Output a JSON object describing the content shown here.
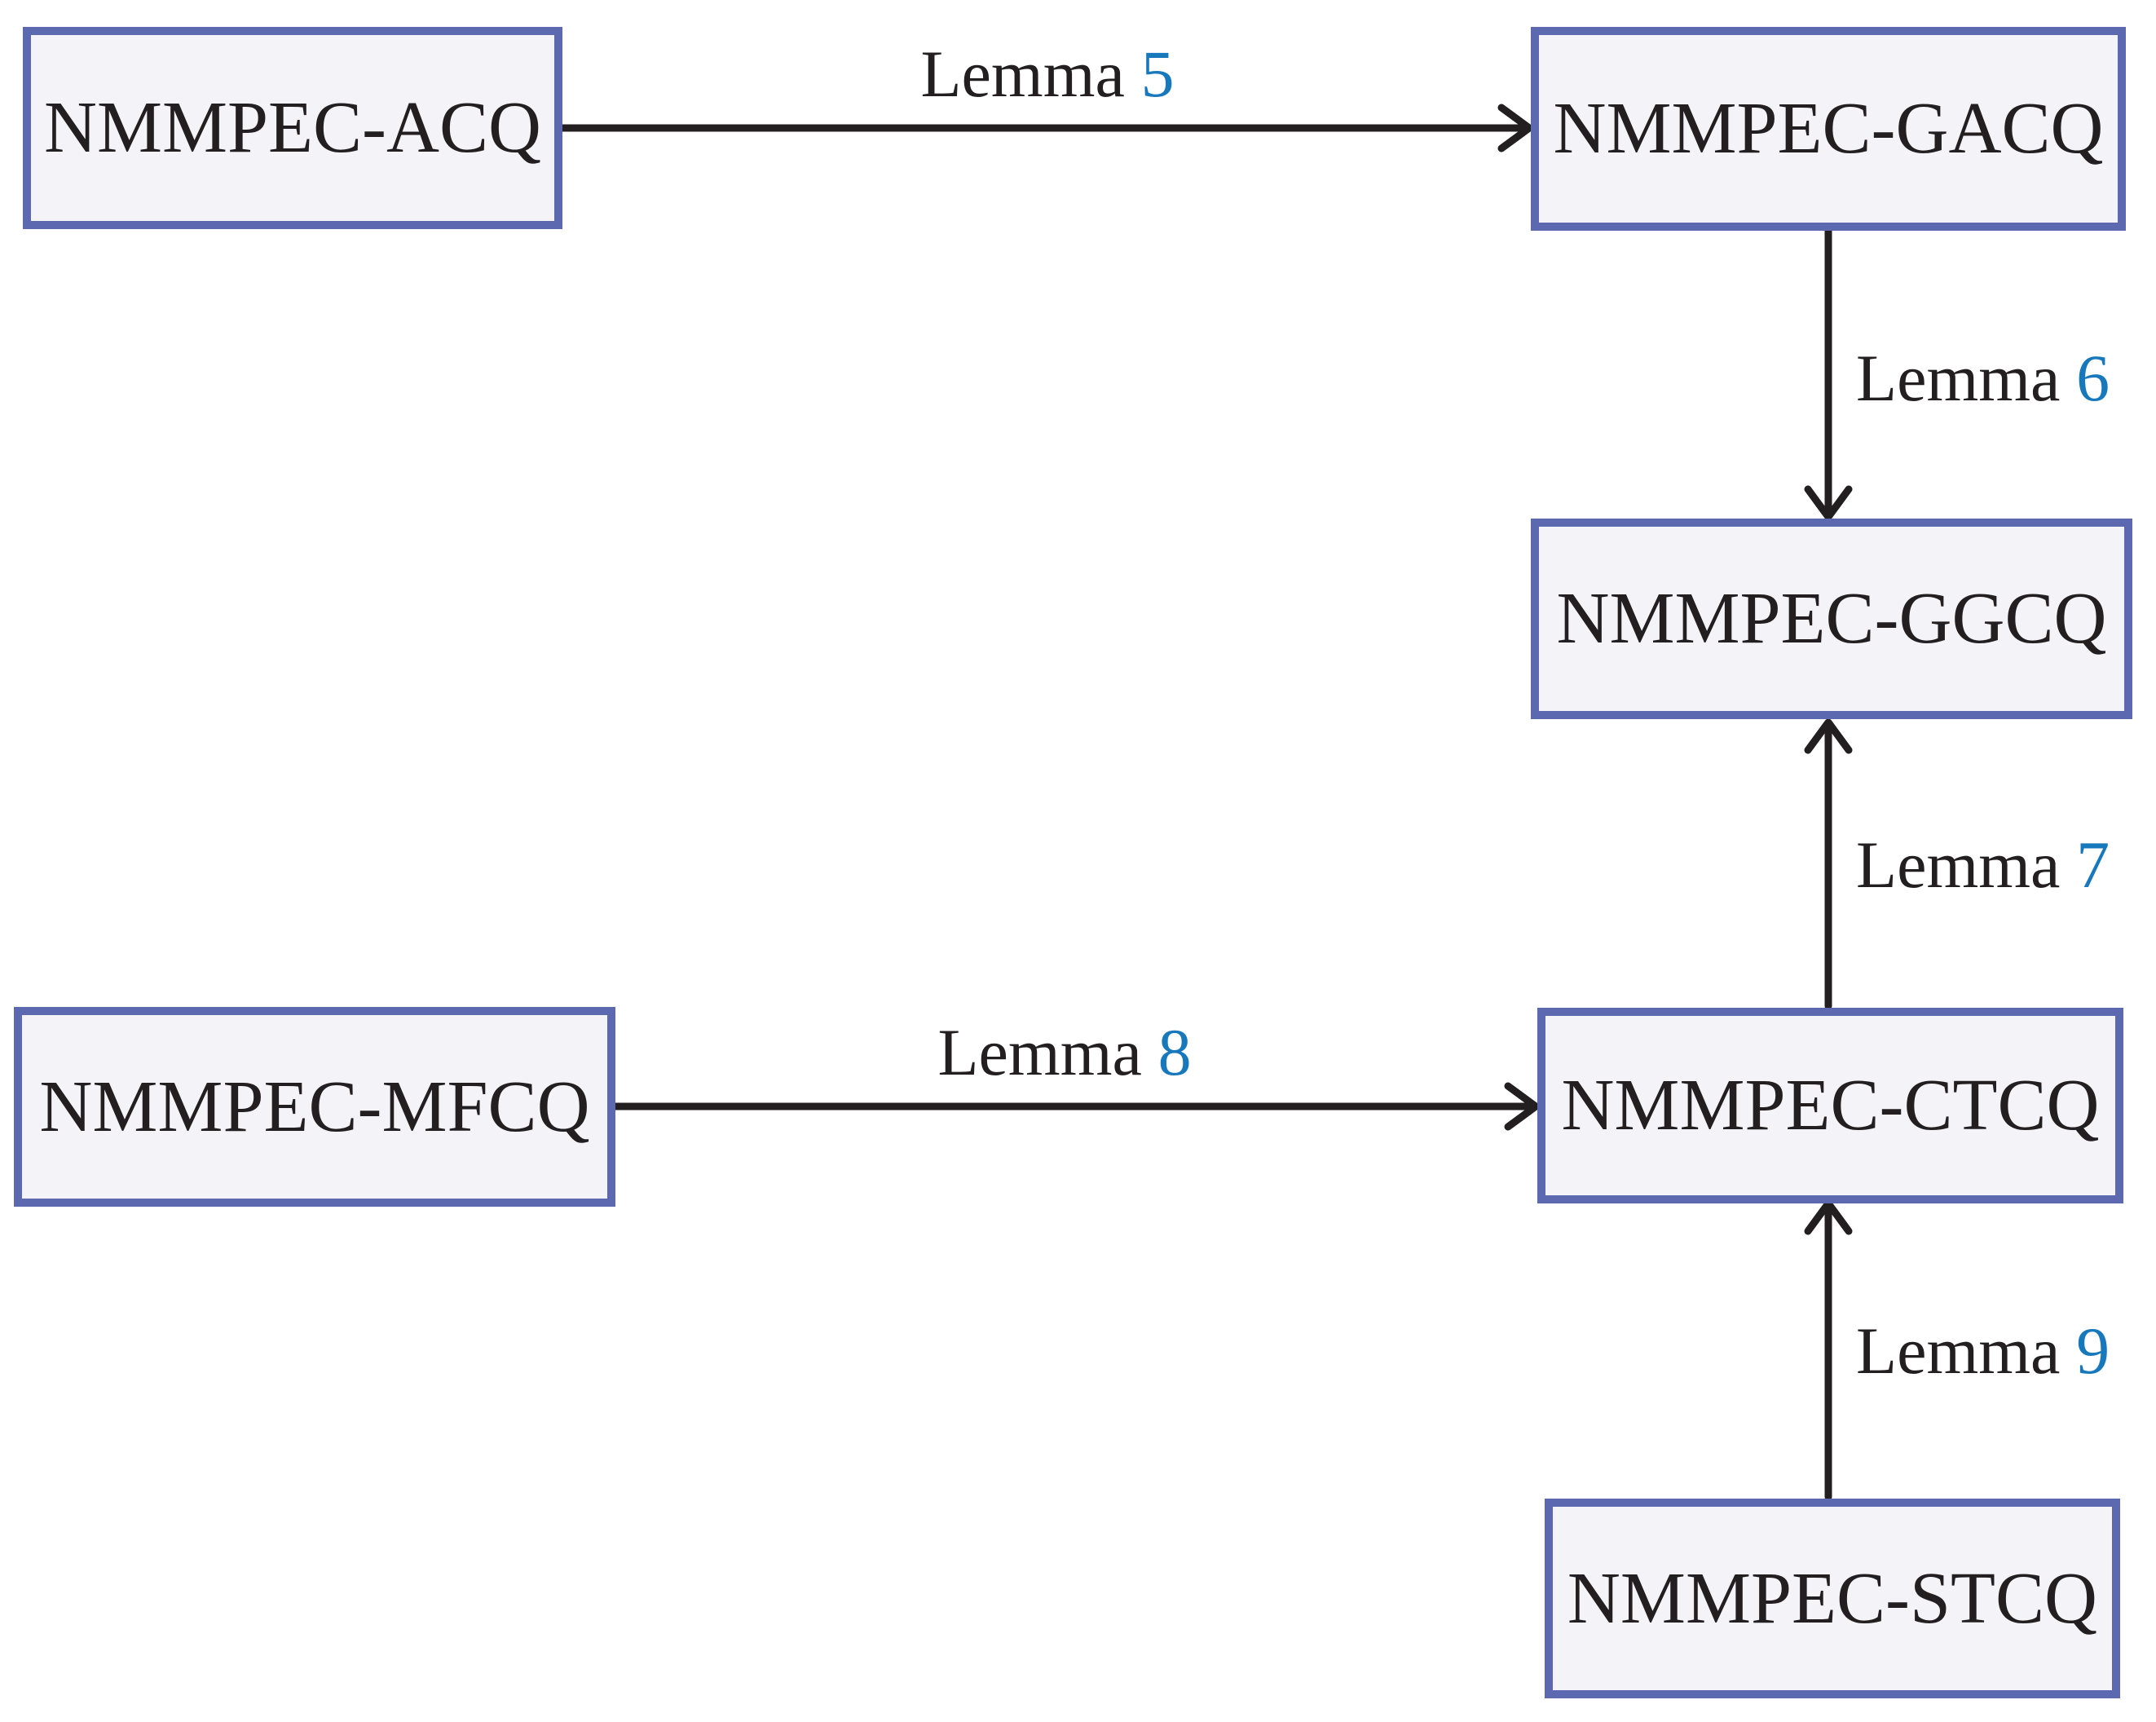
{
  "diagram": {
    "colors": {
      "bg": "#ffffff",
      "ink": "#231f20",
      "node-border": "#5c68b0",
      "node-fill": "#f4f4f8",
      "accent-number": "#1878bc"
    },
    "nodes": [
      {
        "id": "acq",
        "label": "NMMPEC-ACQ"
      },
      {
        "id": "gacq",
        "label": "NMMPEC-GACQ"
      },
      {
        "id": "ggcq",
        "label": "NMMPEC-GGCQ"
      },
      {
        "id": "mfcq",
        "label": "NMMPEC-MFCQ"
      },
      {
        "id": "ctcq",
        "label": "NMMPEC-CTCQ"
      },
      {
        "id": "stcq",
        "label": "NMMPEC-STCQ"
      }
    ],
    "edges": [
      {
        "from": "NMMPEC-ACQ",
        "to": "NMMPEC-GACQ",
        "label": "Lemma",
        "number": "5"
      },
      {
        "from": "NMMPEC-GACQ",
        "to": "NMMPEC-GGCQ",
        "label": "Lemma",
        "number": "6"
      },
      {
        "from": "NMMPEC-CTCQ",
        "to": "NMMPEC-GGCQ",
        "label": "Lemma",
        "number": "7"
      },
      {
        "from": "NMMPEC-MFCQ",
        "to": "NMMPEC-CTCQ",
        "label": "Lemma",
        "number": "8"
      },
      {
        "from": "NMMPEC-STCQ",
        "to": "NMMPEC-CTCQ",
        "label": "Lemma",
        "number": "9"
      }
    ]
  }
}
